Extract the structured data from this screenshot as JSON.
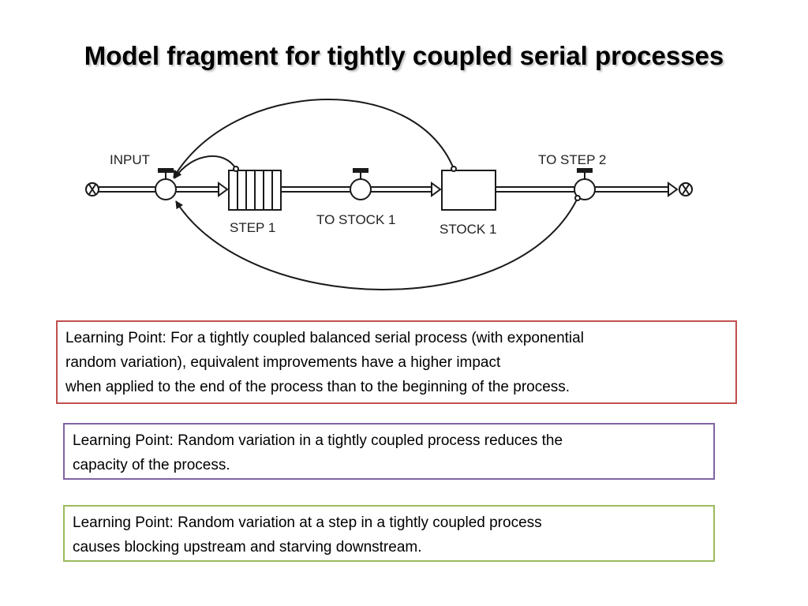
{
  "slide": {
    "title": "Model fragment for tightly coupled serial processes"
  },
  "diagram": {
    "labels": {
      "input": "INPUT",
      "step1": "STEP 1",
      "to_stock1": "TO STOCK 1",
      "stock1": "STOCK 1",
      "to_step2": "TO STEP 2"
    },
    "line_color": "#1a1a1a"
  },
  "learning_points": [
    {
      "lines": [
        "Learning Point: For a tightly coupled balanced serial process (with exponential",
        "random variation), equivalent improvements have a higher impact",
        "when applied to the end of the process than to the beginning of the process."
      ],
      "border_color": "#c0504d"
    },
    {
      "lines": [
        "Learning Point: Random variation in a tightly coupled process reduces the",
        "capacity of the process."
      ],
      "border_color": "#8064a2"
    },
    {
      "lines": [
        "Learning Point: Random variation at a step in a tightly coupled process",
        "causes blocking upstream and starving downstream."
      ],
      "border_color": "#9bbb59"
    }
  ]
}
